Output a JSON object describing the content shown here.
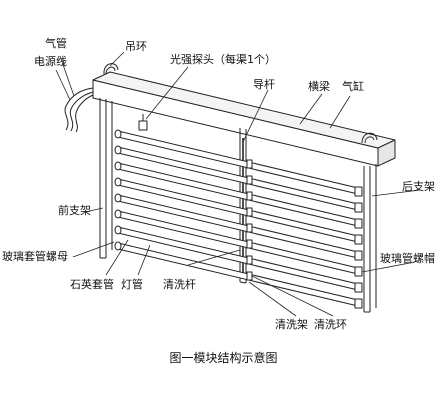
{
  "labels": {
    "air_pipe": "气管",
    "power_cable": "电源线",
    "lifting_ring": "吊环",
    "light_probe": "光强探头（每渠1个）",
    "guide_rod": "导杆",
    "crossbeam": "横梁",
    "cylinder": "气缸",
    "front_bracket": "前支架",
    "rear_bracket": "后支架",
    "glass_nut_front": "玻璃套管螺母",
    "glass_nut_rear": "玻璃管螺帽",
    "quartz_sleeve": "石英套管",
    "lamp_tube": "灯管",
    "cleaning_rod": "清洗杆",
    "cleaning_frame": "清洗架",
    "cleaning_ring": "清洗环"
  },
  "caption": "图一模块结构示意图"
}
